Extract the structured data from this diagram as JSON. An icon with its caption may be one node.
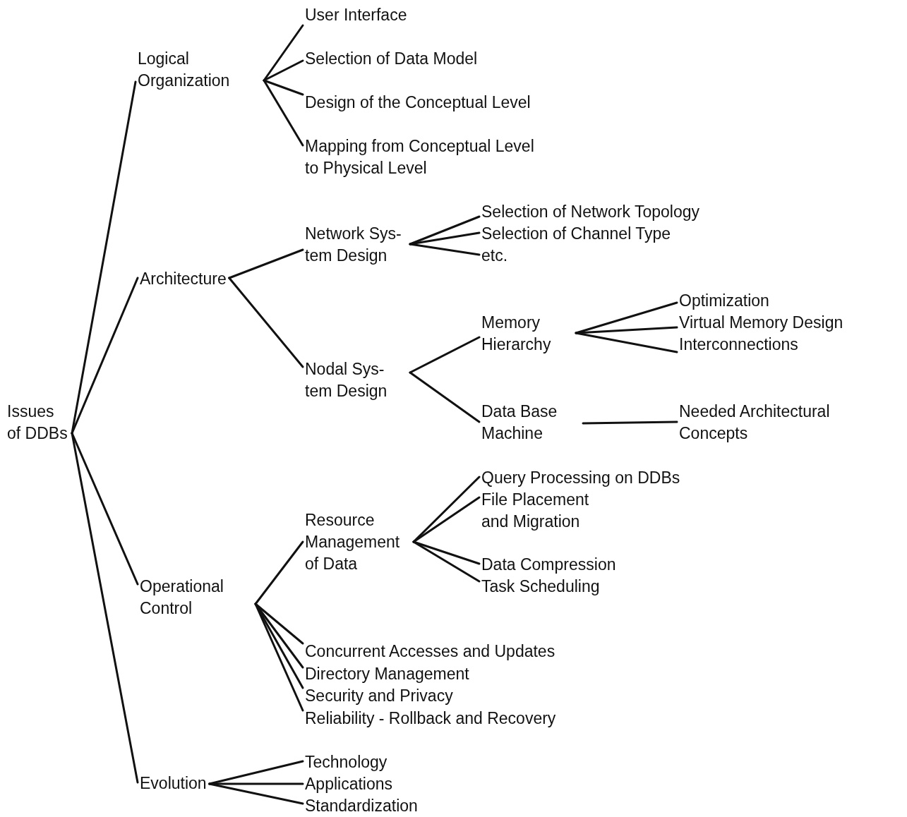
{
  "diagram": {
    "nodes": [
      {
        "text": [
          "Issues of DDBs"
        ]
      },
      {
        "text": [
          "Logical Organization"
        ]
      },
      {
        "text": [
          "User Interface"
        ]
      },
      {
        "text": [
          "Selection of Data Model"
        ]
      },
      {
        "text": [
          "Design of the Conceptual Level"
        ]
      },
      {
        "text": [
          "Mapping from Conceptual Level to Physical Level"
        ]
      },
      {
        "text": [
          "Architecture"
        ]
      },
      {
        "text": [
          "Network Sys- tem Design"
        ]
      },
      {
        "text": [
          "Selection of Network Topology"
        ]
      },
      {
        "text": [
          "Selection of Channel Type"
        ]
      },
      {
        "text": [
          "etc."
        ]
      },
      {
        "text": [
          "Nodal Sys- tem Design"
        ]
      },
      {
        "text": [
          "Memory Hierarchy"
        ]
      },
      {
        "text": [
          "Optimization"
        ]
      },
      {
        "text": [
          "Virtual Memory Design"
        ]
      },
      {
        "text": [
          "Interconnections"
        ]
      },
      {
        "text": [
          "Data Base Machine"
        ]
      },
      {
        "text": [
          "Needed Architectural Concepts"
        ]
      },
      {
        "text": [
          "Operational Control"
        ]
      },
      {
        "text": [
          "Resource Management of Data"
        ]
      },
      {
        "text": [
          "Query Processing on DDBs"
        ]
      },
      {
        "text": [
          "File Placement and Migration"
        ]
      },
      {
        "text": [
          "Data Compression"
        ]
      },
      {
        "text": [
          "Task Scheduling"
        ]
      },
      {
        "text": [
          "Concurrent Accesses and Updates"
        ]
      },
      {
        "text": [
          "Directory Management"
        ]
      },
      {
        "text": [
          "Security and Privacy"
        ]
      },
      {
        "text": [
          "Reliability - Rollback and Recovery"
        ]
      },
      {
        "text": [
          "Evolution"
        ]
      },
      {
        "text": [
          "Technology"
        ]
      },
      {
        "text": [
          "Applications"
        ]
      },
      {
        "text": [
          "Standardization"
        ]
      }
    ],
    "edges": [
      {
        "from": 0,
        "to": 1,
        "arrow": "none"
      },
      {
        "from": 1,
        "to": 2,
        "arrow": "none"
      },
      {
        "from": 1,
        "to": 3,
        "arrow": "none"
      },
      {
        "from": 1,
        "to": 4,
        "arrow": "none"
      },
      {
        "from": 1,
        "to": 5,
        "arrow": "none"
      },
      {
        "from": 0,
        "to": 6,
        "arrow": "none"
      },
      {
        "from": 6,
        "to": 7,
        "arrow": "none"
      },
      {
        "from": 7,
        "to": 8,
        "arrow": "none"
      },
      {
        "from": 7,
        "to": 9,
        "arrow": "none"
      },
      {
        "from": 7,
        "to": 10,
        "arrow": "none"
      },
      {
        "from": 6,
        "to": 11,
        "arrow": "none"
      },
      {
        "from": 11,
        "to": 12,
        "arrow": "none"
      },
      {
        "from": 12,
        "to": 13,
        "arrow": "none"
      },
      {
        "from": 12,
        "to": 14,
        "arrow": "none"
      },
      {
        "from": 12,
        "to": 15,
        "arrow": "none"
      },
      {
        "from": 11,
        "to": 16,
        "arrow": "none"
      },
      {
        "from": 16,
        "to": 17,
        "arrow": "none"
      },
      {
        "from": 0,
        "to": 18,
        "arrow": "none"
      },
      {
        "from": 18,
        "to": 19,
        "arrow": "none"
      },
      {
        "from": 19,
        "to": 20,
        "arrow": "none"
      },
      {
        "from": 19,
        "to": 21,
        "arrow": "none"
      },
      {
        "from": 19,
        "to": 22,
        "arrow": "none"
      },
      {
        "from": 19,
        "to": 23,
        "arrow": "none"
      },
      {
        "from": 18,
        "to": 24,
        "arrow": "none"
      },
      {
        "from": 18,
        "to": 25,
        "arrow": "none"
      },
      {
        "from": 18,
        "to": 26,
        "arrow": "none"
      },
      {
        "from": 18,
        "to": 27,
        "arrow": "none"
      },
      {
        "from": 0,
        "to": 28,
        "arrow": "none"
      },
      {
        "from": 28,
        "to": 29,
        "arrow": "none"
      },
      {
        "from": 28,
        "to": 30,
        "arrow": "none"
      },
      {
        "from": 28,
        "to": 31,
        "arrow": "none"
      }
    ]
  }
}
